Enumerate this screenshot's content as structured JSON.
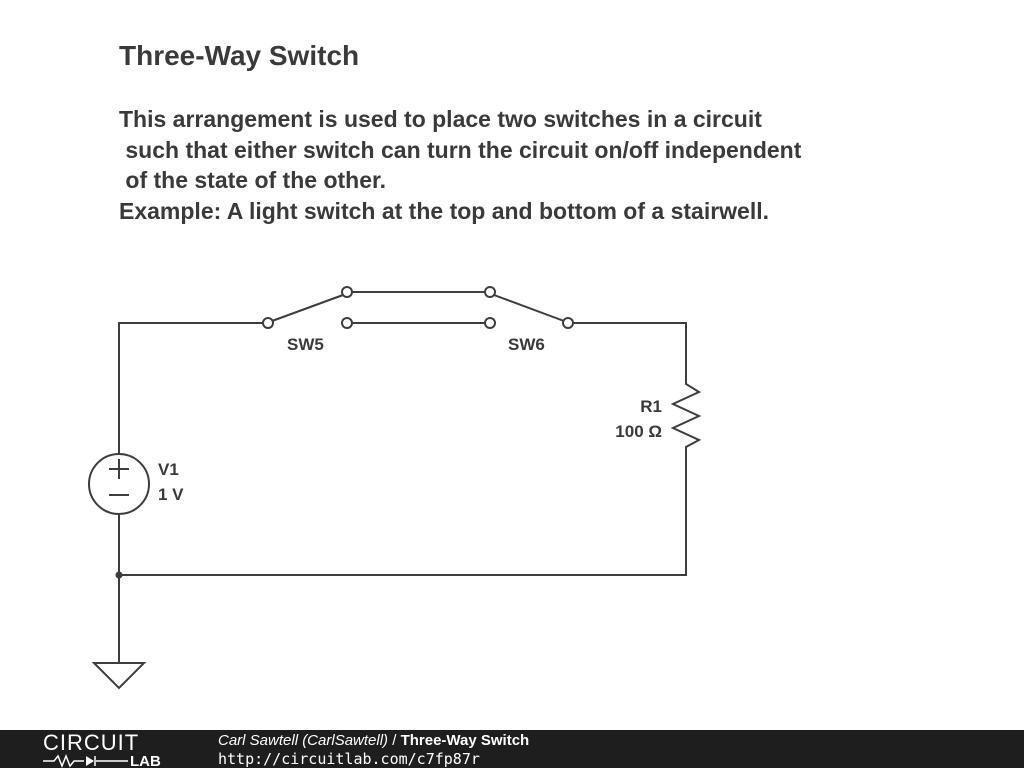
{
  "title": "Three-Way Switch",
  "description_lines": [
    "This arrangement is used to place two switches in a circuit",
    " such that either switch can turn the circuit on/off independent",
    " of the state of the other.",
    "Example: A light switch at the top and bottom of a stairwell."
  ],
  "components": {
    "sw5": {
      "label": "SW5"
    },
    "sw6": {
      "label": "SW6"
    },
    "r1": {
      "label": "R1",
      "value": "100 Ω"
    },
    "v1": {
      "label": "V1",
      "value": "1 V"
    }
  },
  "footer": {
    "logo_top": "CIRCUIT",
    "logo_bottom": "LAB",
    "author": "Carl Sawtell (CarlSawtell)",
    "separator": " / ",
    "circuit_title": "Three-Way Switch",
    "url": "http://circuitlab.com/c7fp87r"
  },
  "colors": {
    "text": "#3a3a3a",
    "wire": "#3d3d3d",
    "footer_bg": "#1e1e1e",
    "footer_text": "#ffffff"
  }
}
